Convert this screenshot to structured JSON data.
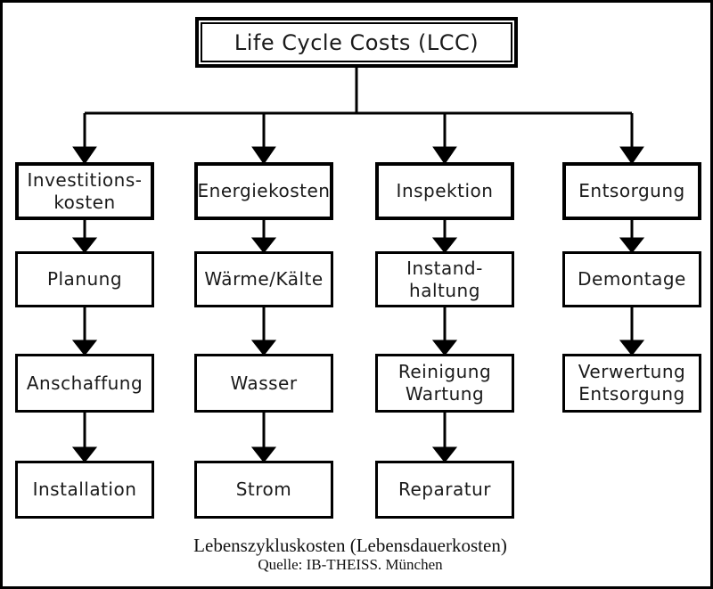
{
  "diagram": {
    "root": {
      "label": "Life Cycle Costs (LCC)"
    },
    "columns": [
      {
        "header": "Investitions-\nkosten",
        "children": [
          "Planung",
          "Anschaffung",
          "Installation"
        ]
      },
      {
        "header": "Energiekosten",
        "children": [
          "Wärme/Kälte",
          "Wasser",
          "Strom"
        ]
      },
      {
        "header": "Inspektion",
        "children": [
          "Instand-\nhaltung",
          "Reinigung\nWartung",
          "Reparatur"
        ]
      },
      {
        "header": "Entsorgung",
        "children": [
          "Demontage",
          "Verwertung\nEntsorgung"
        ]
      }
    ],
    "caption": {
      "title": "Lebenszykluskosten (Lebensdauerkosten)",
      "source": "Quelle: IB-THEISS. München"
    },
    "colors": {
      "line": "#000000",
      "background": "#ffffff",
      "text": "#1a1a1a"
    }
  }
}
